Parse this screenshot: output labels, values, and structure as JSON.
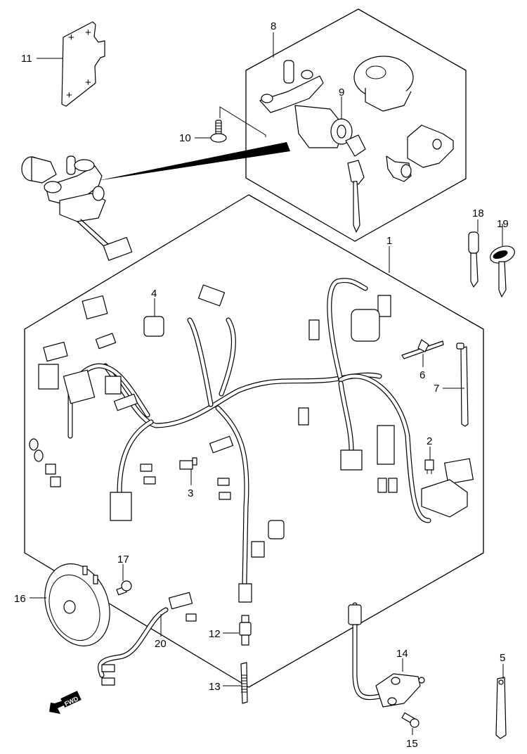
{
  "diagram": {
    "title": "Wiring harness / ignition switch exploded parts diagram",
    "direction_indicator": "FWD",
    "callouts": [
      {
        "id": "1",
        "part": "wiring-harness"
      },
      {
        "id": "2",
        "part": "fuse"
      },
      {
        "id": "3",
        "part": "fuse-block"
      },
      {
        "id": "4",
        "part": "harness-connector"
      },
      {
        "id": "5",
        "part": "strap"
      },
      {
        "id": "6",
        "part": "clamp"
      },
      {
        "id": "7",
        "part": "cable-tie"
      },
      {
        "id": "8",
        "part": "ignition-switch-set"
      },
      {
        "id": "9",
        "part": "ignition-switch-screw"
      },
      {
        "id": "10",
        "part": "bolt"
      },
      {
        "id": "11",
        "part": "plate"
      },
      {
        "id": "12",
        "part": "stop-lamp-switch"
      },
      {
        "id": "13",
        "part": "spring"
      },
      {
        "id": "14",
        "part": "side-stand-switch"
      },
      {
        "id": "15",
        "part": "screw"
      },
      {
        "id": "16",
        "part": "horn"
      },
      {
        "id": "17",
        "part": "horn-bolt"
      },
      {
        "id": "18",
        "part": "key-blank"
      },
      {
        "id": "19",
        "part": "key-blank-grip"
      },
      {
        "id": "20",
        "part": "horn-lead-wire"
      }
    ]
  }
}
